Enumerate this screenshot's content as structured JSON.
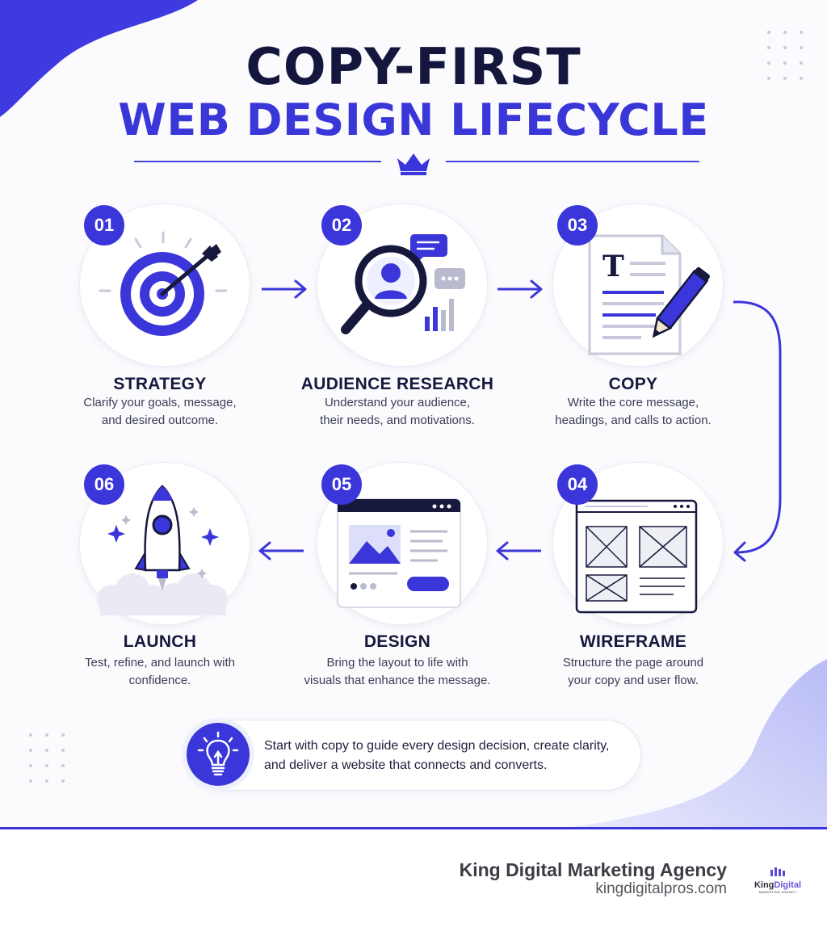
{
  "header": {
    "title_line1": "COPY-FIRST",
    "title_line2": "WEB DESIGN LIFECYCLE"
  },
  "steps": [
    {
      "number": "01",
      "title": "STRATEGY",
      "desc_line1": "Clarify your goals, message,",
      "desc_line2": "and desired outcome.",
      "icon": "target-icon"
    },
    {
      "number": "02",
      "title": "AUDIENCE RESEARCH",
      "desc_line1": "Understand your audience,",
      "desc_line2": "their needs, and motivations.",
      "icon": "magnifier-user-icon"
    },
    {
      "number": "03",
      "title": "COPY",
      "desc_line1": "Write the core message,",
      "desc_line2": "headings, and calls to action.",
      "icon": "document-pencil-icon"
    },
    {
      "number": "04",
      "title": "WIREFRAME",
      "desc_line1": "Structure the page around",
      "desc_line2": "your copy and user flow.",
      "icon": "wireframe-icon"
    },
    {
      "number": "05",
      "title": "DESIGN",
      "desc_line1": "Bring the layout to life with",
      "desc_line2": "visuals that enhance the message.",
      "icon": "browser-design-icon"
    },
    {
      "number": "06",
      "title": "LAUNCH",
      "desc_line1": "Test, refine, and launch with",
      "desc_line2": "confidence.",
      "icon": "rocket-icon"
    }
  ],
  "tip": {
    "line1": "Start with copy to guide every design decision, create clarity,",
    "line2": "and deliver a website that connects and converts.",
    "icon": "lightbulb-icon"
  },
  "footer": {
    "company": "King Digital Marketing Agency",
    "url": "kingdigitalpros.com",
    "logo_word_1": "King",
    "logo_word_2": "Digital",
    "logo_sub": "MARKETING AGENCY"
  },
  "colors": {
    "accent": "#3b36d9",
    "title_dark": "#14163d",
    "title_blue": "#3a37d8"
  }
}
